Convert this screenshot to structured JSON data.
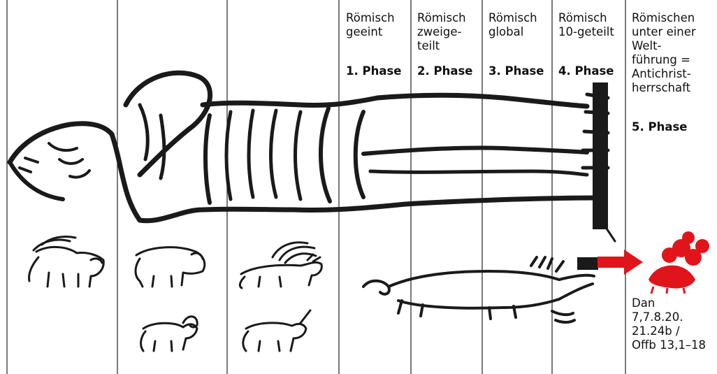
{
  "columns": [
    {
      "title": "Römisch\ngeeint",
      "phase": "1. Phase"
    },
    {
      "title": "Römisch\nzweige-\nteilt",
      "phase": "2. Phase"
    },
    {
      "title": "Römisch\nglobal",
      "phase": "3. Phase"
    },
    {
      "title": "Römisch\n10-geteilt",
      "phase": "4. Phase"
    },
    {
      "title": "Römischen\nunter einer\nWelt-\nführung =\nAntichrist-\nherrschaft",
      "phase": "5. Phase"
    }
  ],
  "reference": "Dan\n7,7.8.20.\n21.24b /\nOffb 13,1–18",
  "colors": {
    "ink": "#1a1a1a",
    "arrow": "#e0151b",
    "beast_red": "#e0151b",
    "divider": "#222222"
  },
  "icons": [
    "statue-figure",
    "lion-with-wings",
    "bear",
    "ram",
    "leopard-with-wings",
    "goat-with-horn",
    "fourth-beast",
    "red-beast",
    "red-arrow"
  ]
}
